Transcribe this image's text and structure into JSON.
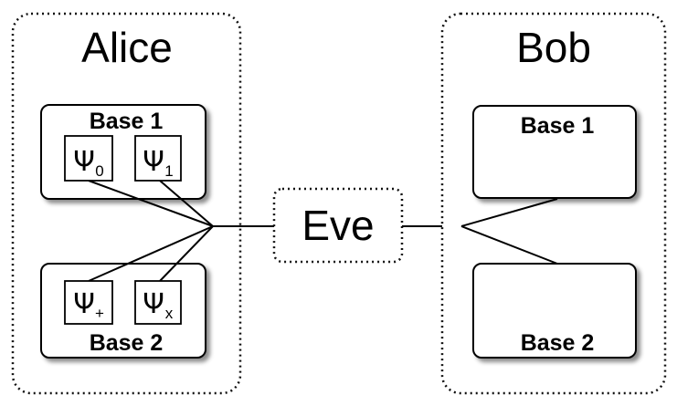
{
  "alice": {
    "title": "Alice",
    "base1": {
      "label": "Base 1",
      "states": [
        {
          "symbol": "Ψ",
          "subscript": "0"
        },
        {
          "symbol": "Ψ",
          "subscript": "1"
        }
      ]
    },
    "base2": {
      "label": "Base 2",
      "states": [
        {
          "symbol": "Ψ",
          "subscript": "+"
        },
        {
          "symbol": "Ψ",
          "subscript": "x"
        }
      ]
    }
  },
  "eve": {
    "label": "Eve"
  },
  "bob": {
    "title": "Bob",
    "base1": {
      "label": "Base 1"
    },
    "base2": {
      "label": "Base 2"
    }
  }
}
